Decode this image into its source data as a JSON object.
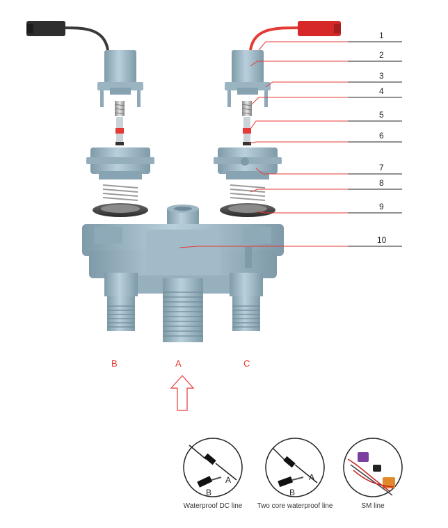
{
  "callouts": [
    "1",
    "2",
    "3",
    "4",
    "5",
    "6",
    "7",
    "8",
    "9",
    "10"
  ],
  "ports": {
    "b": "B",
    "a": "A",
    "c": "C"
  },
  "cables": [
    {
      "caption": "Waterproof DC line",
      "label_a": "A",
      "label_b": "B"
    },
    {
      "caption": "Two core waterproof line",
      "label_a": "A",
      "label_b": "B"
    },
    {
      "caption": "SM line"
    }
  ],
  "colors": {
    "body": "#a6bfcc",
    "body_shadow": "#7f9aa8",
    "cable_left": "#333333",
    "cable_right": "#e53935",
    "accent": "#e53935",
    "gasket": "#444444"
  },
  "icons": [
    "flow-arrow-icon"
  ]
}
